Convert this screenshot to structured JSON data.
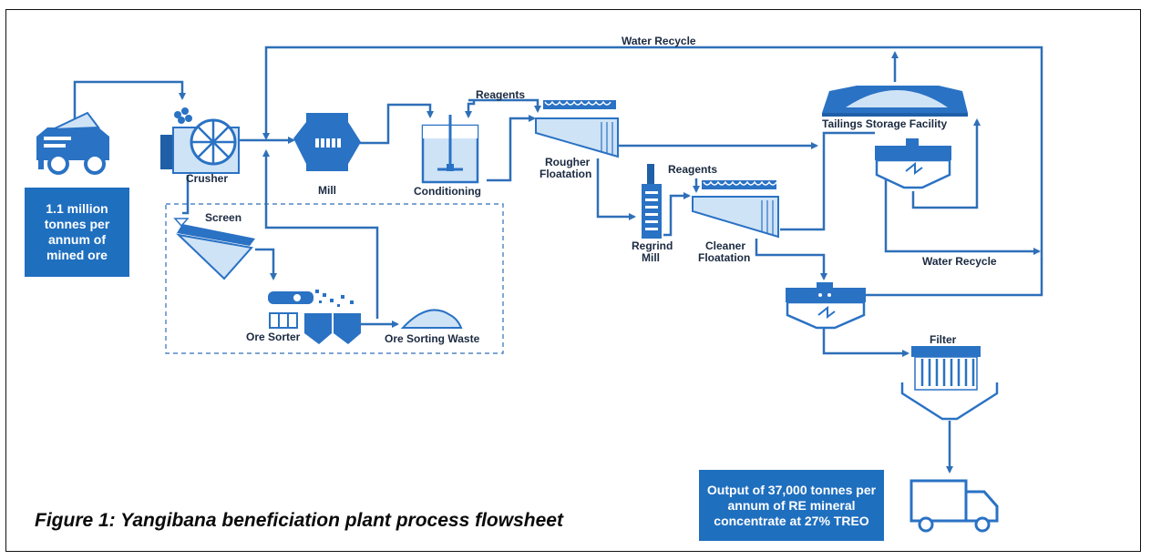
{
  "caption": "Figure 1: Yangibana beneficiation plant process flowsheet",
  "input_box": "1.1 million tonnes per annum of mined ore",
  "output_box": "Output of 37,000 tonnes per annum of RE mineral concentrate at 27% TREO",
  "labels": {
    "water_recycle_top": "Water Recycle",
    "crusher": "Crusher",
    "screen": "Screen",
    "mill": "Mill",
    "reagents_1": "Reagents",
    "conditioning": "Conditioning",
    "rougher_1": "Rougher",
    "rougher_2": "Floatation",
    "regrind_1": "Regrind",
    "regrind_2": "Mill",
    "reagents_2": "Reagents",
    "cleaner_1": "Cleaner",
    "cleaner_2": "Floatation",
    "tailings": "Tailings Storage Facility",
    "water_recycle_right": "Water Recycle",
    "ore_sorter": "Ore Sorter",
    "ore_sorting_waste": "Ore Sorting Waste",
    "filter": "Filter"
  },
  "colors": {
    "flow_line": "#2e6fb8",
    "equipment": "#2a72c4",
    "box_fill": "#1f6fbf",
    "light_blue": "#cfe3f6"
  }
}
